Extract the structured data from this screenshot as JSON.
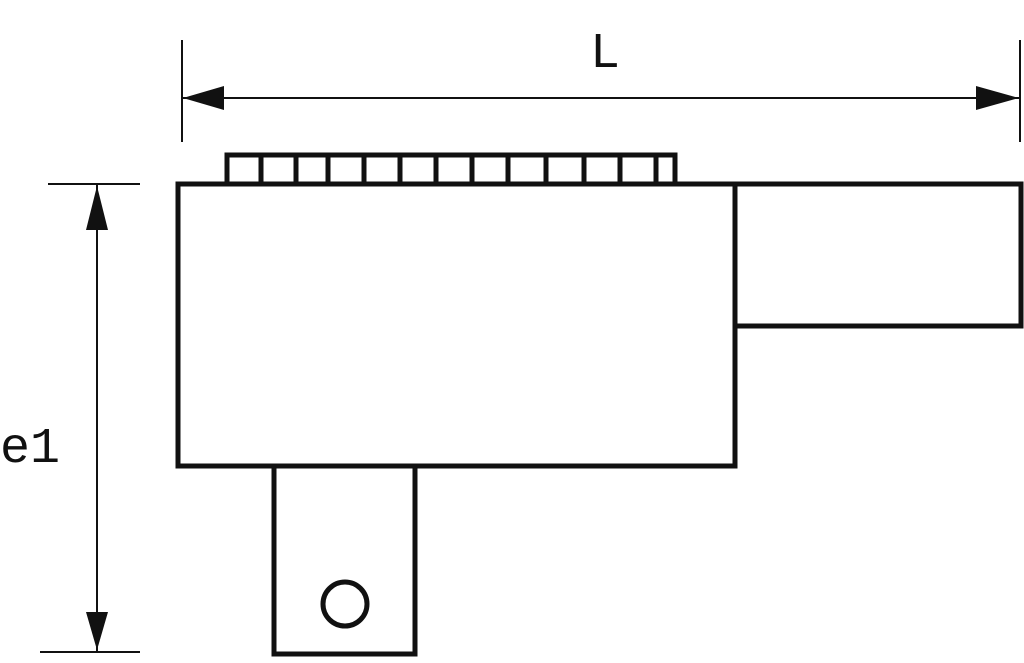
{
  "diagram": {
    "type": "technical-drawing",
    "subject": "ratchet head insert tool (side view)",
    "stroke_color": "#111111",
    "background": "#ffffff",
    "dimensions": {
      "length": {
        "label": "L",
        "orientation": "horizontal"
      },
      "height": {
        "label": "e1",
        "orientation": "vertical"
      }
    },
    "parts": {
      "ratchet_teeth_count": 13,
      "main_body": "rectangle",
      "insert_shank": "rectangle (right)",
      "square_drive": "rectangle (bottom) with ball detent circle"
    }
  }
}
